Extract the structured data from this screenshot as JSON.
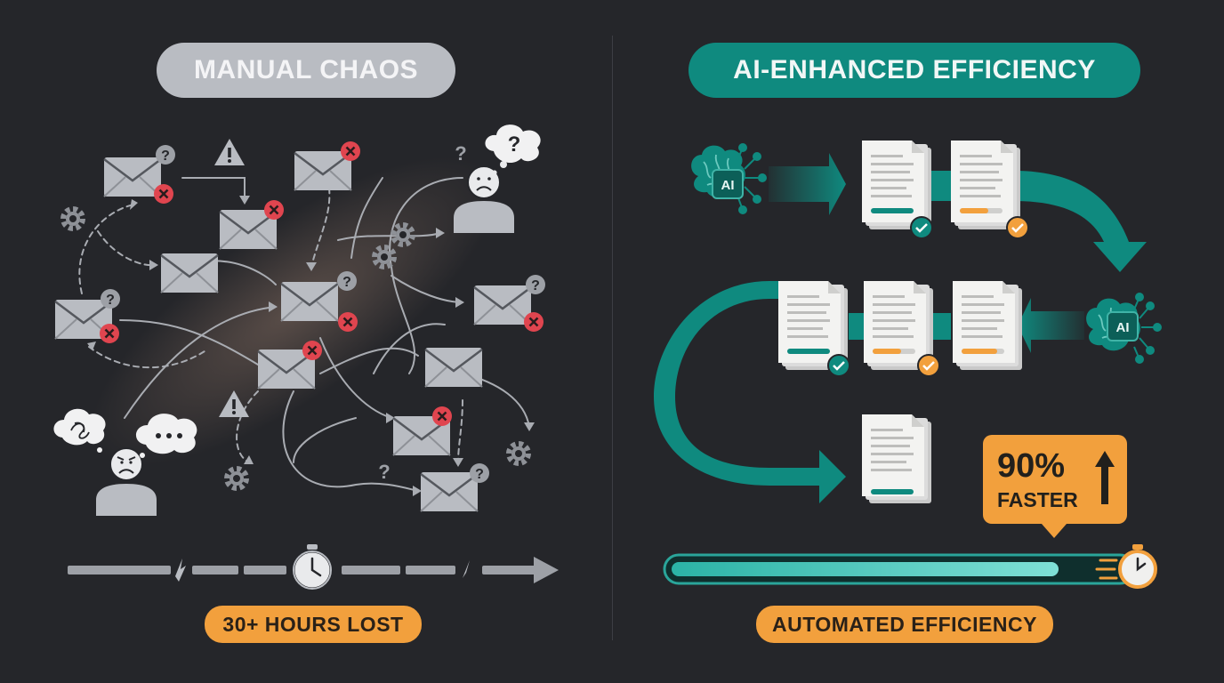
{
  "left_panel": {
    "title": "MANUAL CHAOS",
    "footer_label": "30+ HOURS LOST"
  },
  "right_panel": {
    "title": "AI-ENHANCED EFFICIENCY",
    "ai_label": "AI",
    "stat_value": "90%",
    "stat_label": "FASTER",
    "footer_label": "AUTOMATED EFFICIENCY",
    "progress_fill_fraction": 0.85
  },
  "colors": {
    "background": "#25262a",
    "teal": "#0f8a7f",
    "orange": "#f2a03d",
    "gray_title": "#b9bcc2",
    "error_red": "#e0454f",
    "envelope": "#b9bcc2"
  },
  "icons": [
    "envelope-icon",
    "error-x-icon",
    "question-icon",
    "warning-icon",
    "gear-icon",
    "confused-person-icon",
    "thought-bubble-icon",
    "stopwatch-icon",
    "ai-brain-icon",
    "document-icon",
    "check-icon",
    "up-arrow-icon"
  ]
}
